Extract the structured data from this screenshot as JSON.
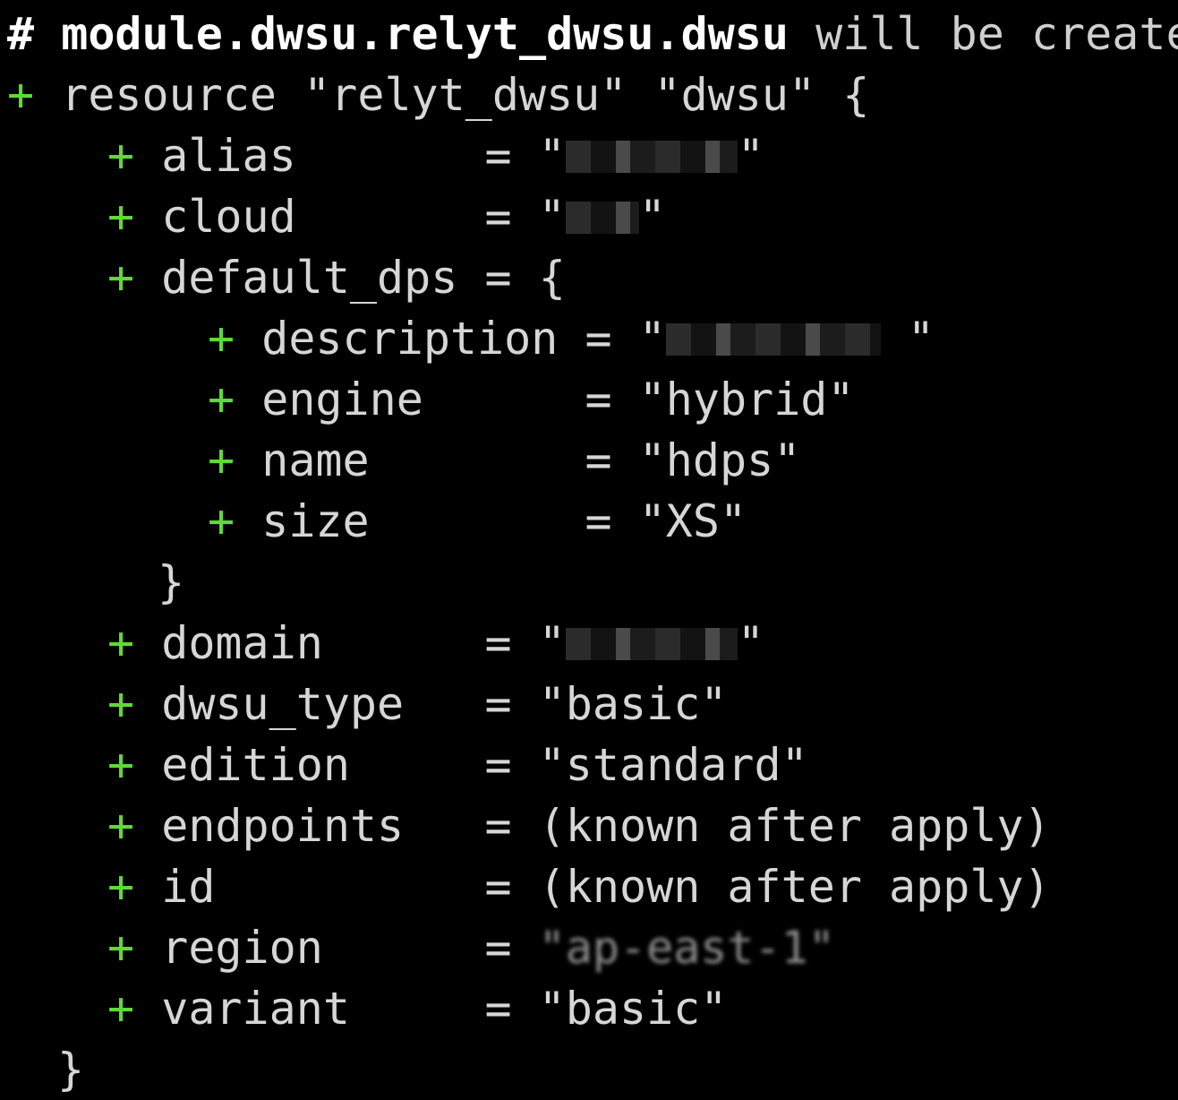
{
  "header": {
    "hash": "#",
    "address": "module.dwsu.relyt_dwsu.dwsu",
    "action": "will be created"
  },
  "plus": "+",
  "resource_line": {
    "text": "resource \"relyt_dwsu\" \"dwsu\" {"
  },
  "attributes": {
    "alias": {
      "key": "alias",
      "eq": "=",
      "quote_open": "\"",
      "quote_close": "\""
    },
    "cloud": {
      "key": "cloud",
      "eq": "=",
      "quote_open": "\"",
      "quote_close": "\""
    },
    "default_dps": {
      "key": "default_dps",
      "eq": "=",
      "open": "{",
      "close": "}"
    },
    "description": {
      "key": "description",
      "eq": "=",
      "quote_open": "\"",
      "quote_close": "\""
    },
    "engine": {
      "key": "engine",
      "eq": "=",
      "value": "\"hybrid\""
    },
    "name": {
      "key": "name",
      "eq": "=",
      "value": "\"hdps\""
    },
    "size": {
      "key": "size",
      "eq": "=",
      "value": "\"XS\""
    },
    "domain": {
      "key": "domain",
      "eq": "=",
      "quote_open": "\"",
      "quote_close": "\""
    },
    "dwsu_type": {
      "key": "dwsu_type",
      "eq": "=",
      "value": "\"basic\""
    },
    "edition": {
      "key": "edition",
      "eq": "=",
      "value": "\"standard\""
    },
    "endpoints": {
      "key": "endpoints",
      "eq": "=",
      "value": "(known after apply)"
    },
    "id": {
      "key": "id",
      "eq": "=",
      "value": "(known after apply)"
    },
    "region": {
      "key": "region",
      "eq": "=",
      "value": "\"ap-east-1\""
    },
    "variant": {
      "key": "variant",
      "eq": "=",
      "value": "\"basic\""
    }
  },
  "closing_brace": "}",
  "colors": {
    "background": "#000000",
    "text": "#d6d6d6",
    "plus": "#5fd93a",
    "bold": "#ffffff"
  }
}
